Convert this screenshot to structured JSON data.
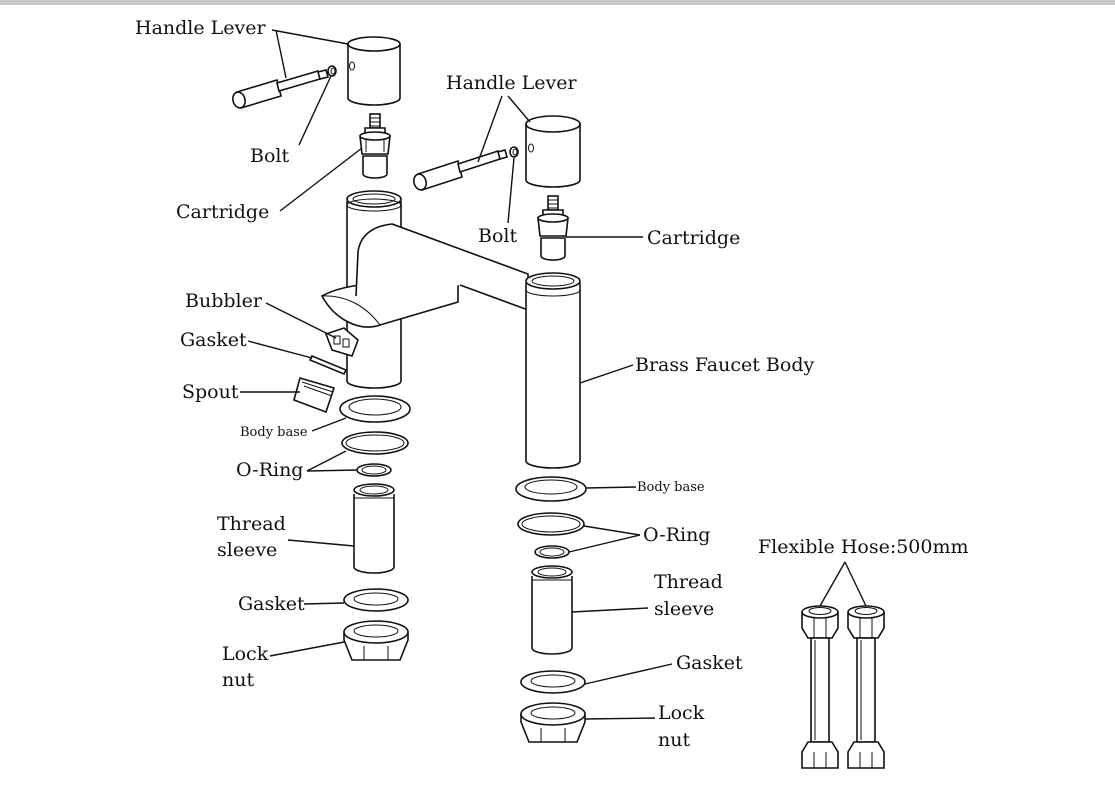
{
  "labels": {
    "left_handle_lever": "Handle Lever",
    "left_bolt": "Bolt",
    "left_cartridge": "Cartridge",
    "bubbler": "Bubbler",
    "left_gasket_top": "Gasket",
    "spout": "Spout",
    "left_body_base": "Body base",
    "left_o_ring": "O-Ring",
    "left_thread_sleeve_1": "Thread",
    "left_thread_sleeve_2": "sleeve",
    "left_gasket_bottom": "Gasket",
    "left_lock_nut_1": "Lock",
    "left_lock_nut_2": "nut",
    "right_handle_lever": "Handle Lever",
    "right_bolt": "Bolt",
    "right_cartridge": "Cartridge",
    "brass_faucet_body": "Brass Faucet Body",
    "right_body_base": "Body base",
    "right_o_ring": "O-Ring",
    "right_thread_sleeve_1": "Thread",
    "right_thread_sleeve_2": "sleeve",
    "right_gasket": "Gasket",
    "right_lock_nut_1": "Lock",
    "right_lock_nut_2": "nut",
    "flexible_hose": "Flexible Hose:500mm"
  },
  "colors": {
    "line": "#111111",
    "background": "#ffffff",
    "top_bar": "#c9c9c9"
  }
}
